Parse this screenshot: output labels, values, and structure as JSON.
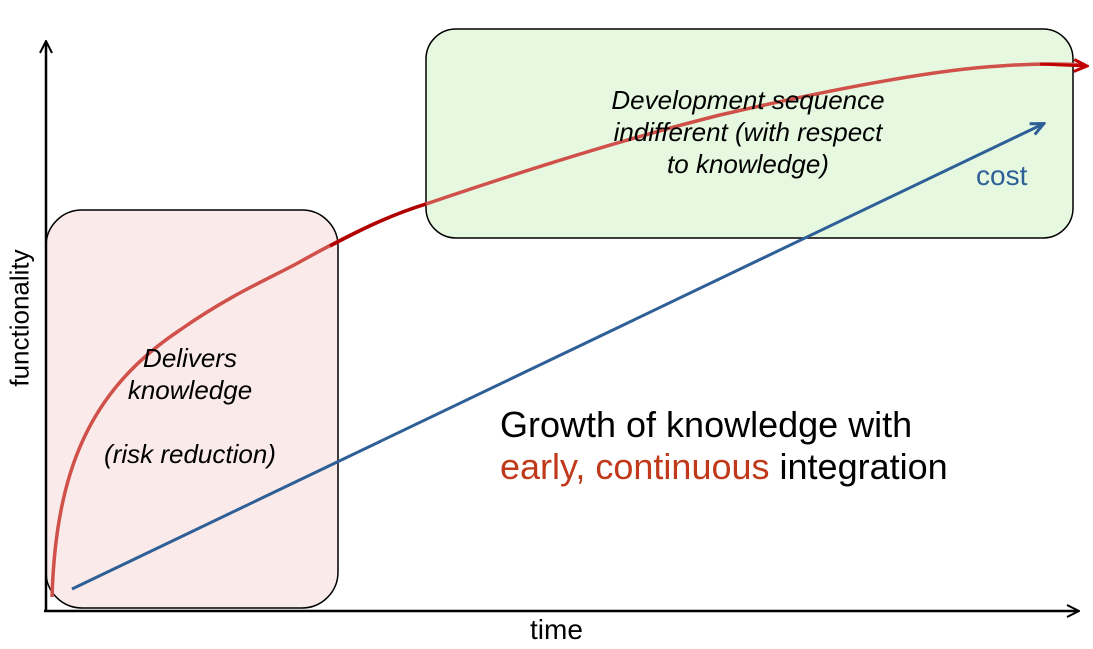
{
  "axes": {
    "x_label": "time",
    "y_label": "functionality"
  },
  "boxes": {
    "left": {
      "line1": "Delivers",
      "line2": "knowledge",
      "line3": "(risk reduction)",
      "fill": "#fbeaea"
    },
    "right": {
      "line1": "Development sequence",
      "line2": "indifferent (with respect",
      "line3": "to knowledge)",
      "fill": "#e6f9e0"
    }
  },
  "curves": {
    "functionality": {
      "color": "#d0504a",
      "arrow_color": "#c00000"
    },
    "cost": {
      "label": "cost",
      "color": "#2e5f96"
    }
  },
  "caption": {
    "line1": "Growth of knowledge with",
    "highlight1": "early,",
    "highlight2": "continuous",
    "rest": "integration",
    "highlight_color": "#c0391b"
  }
}
